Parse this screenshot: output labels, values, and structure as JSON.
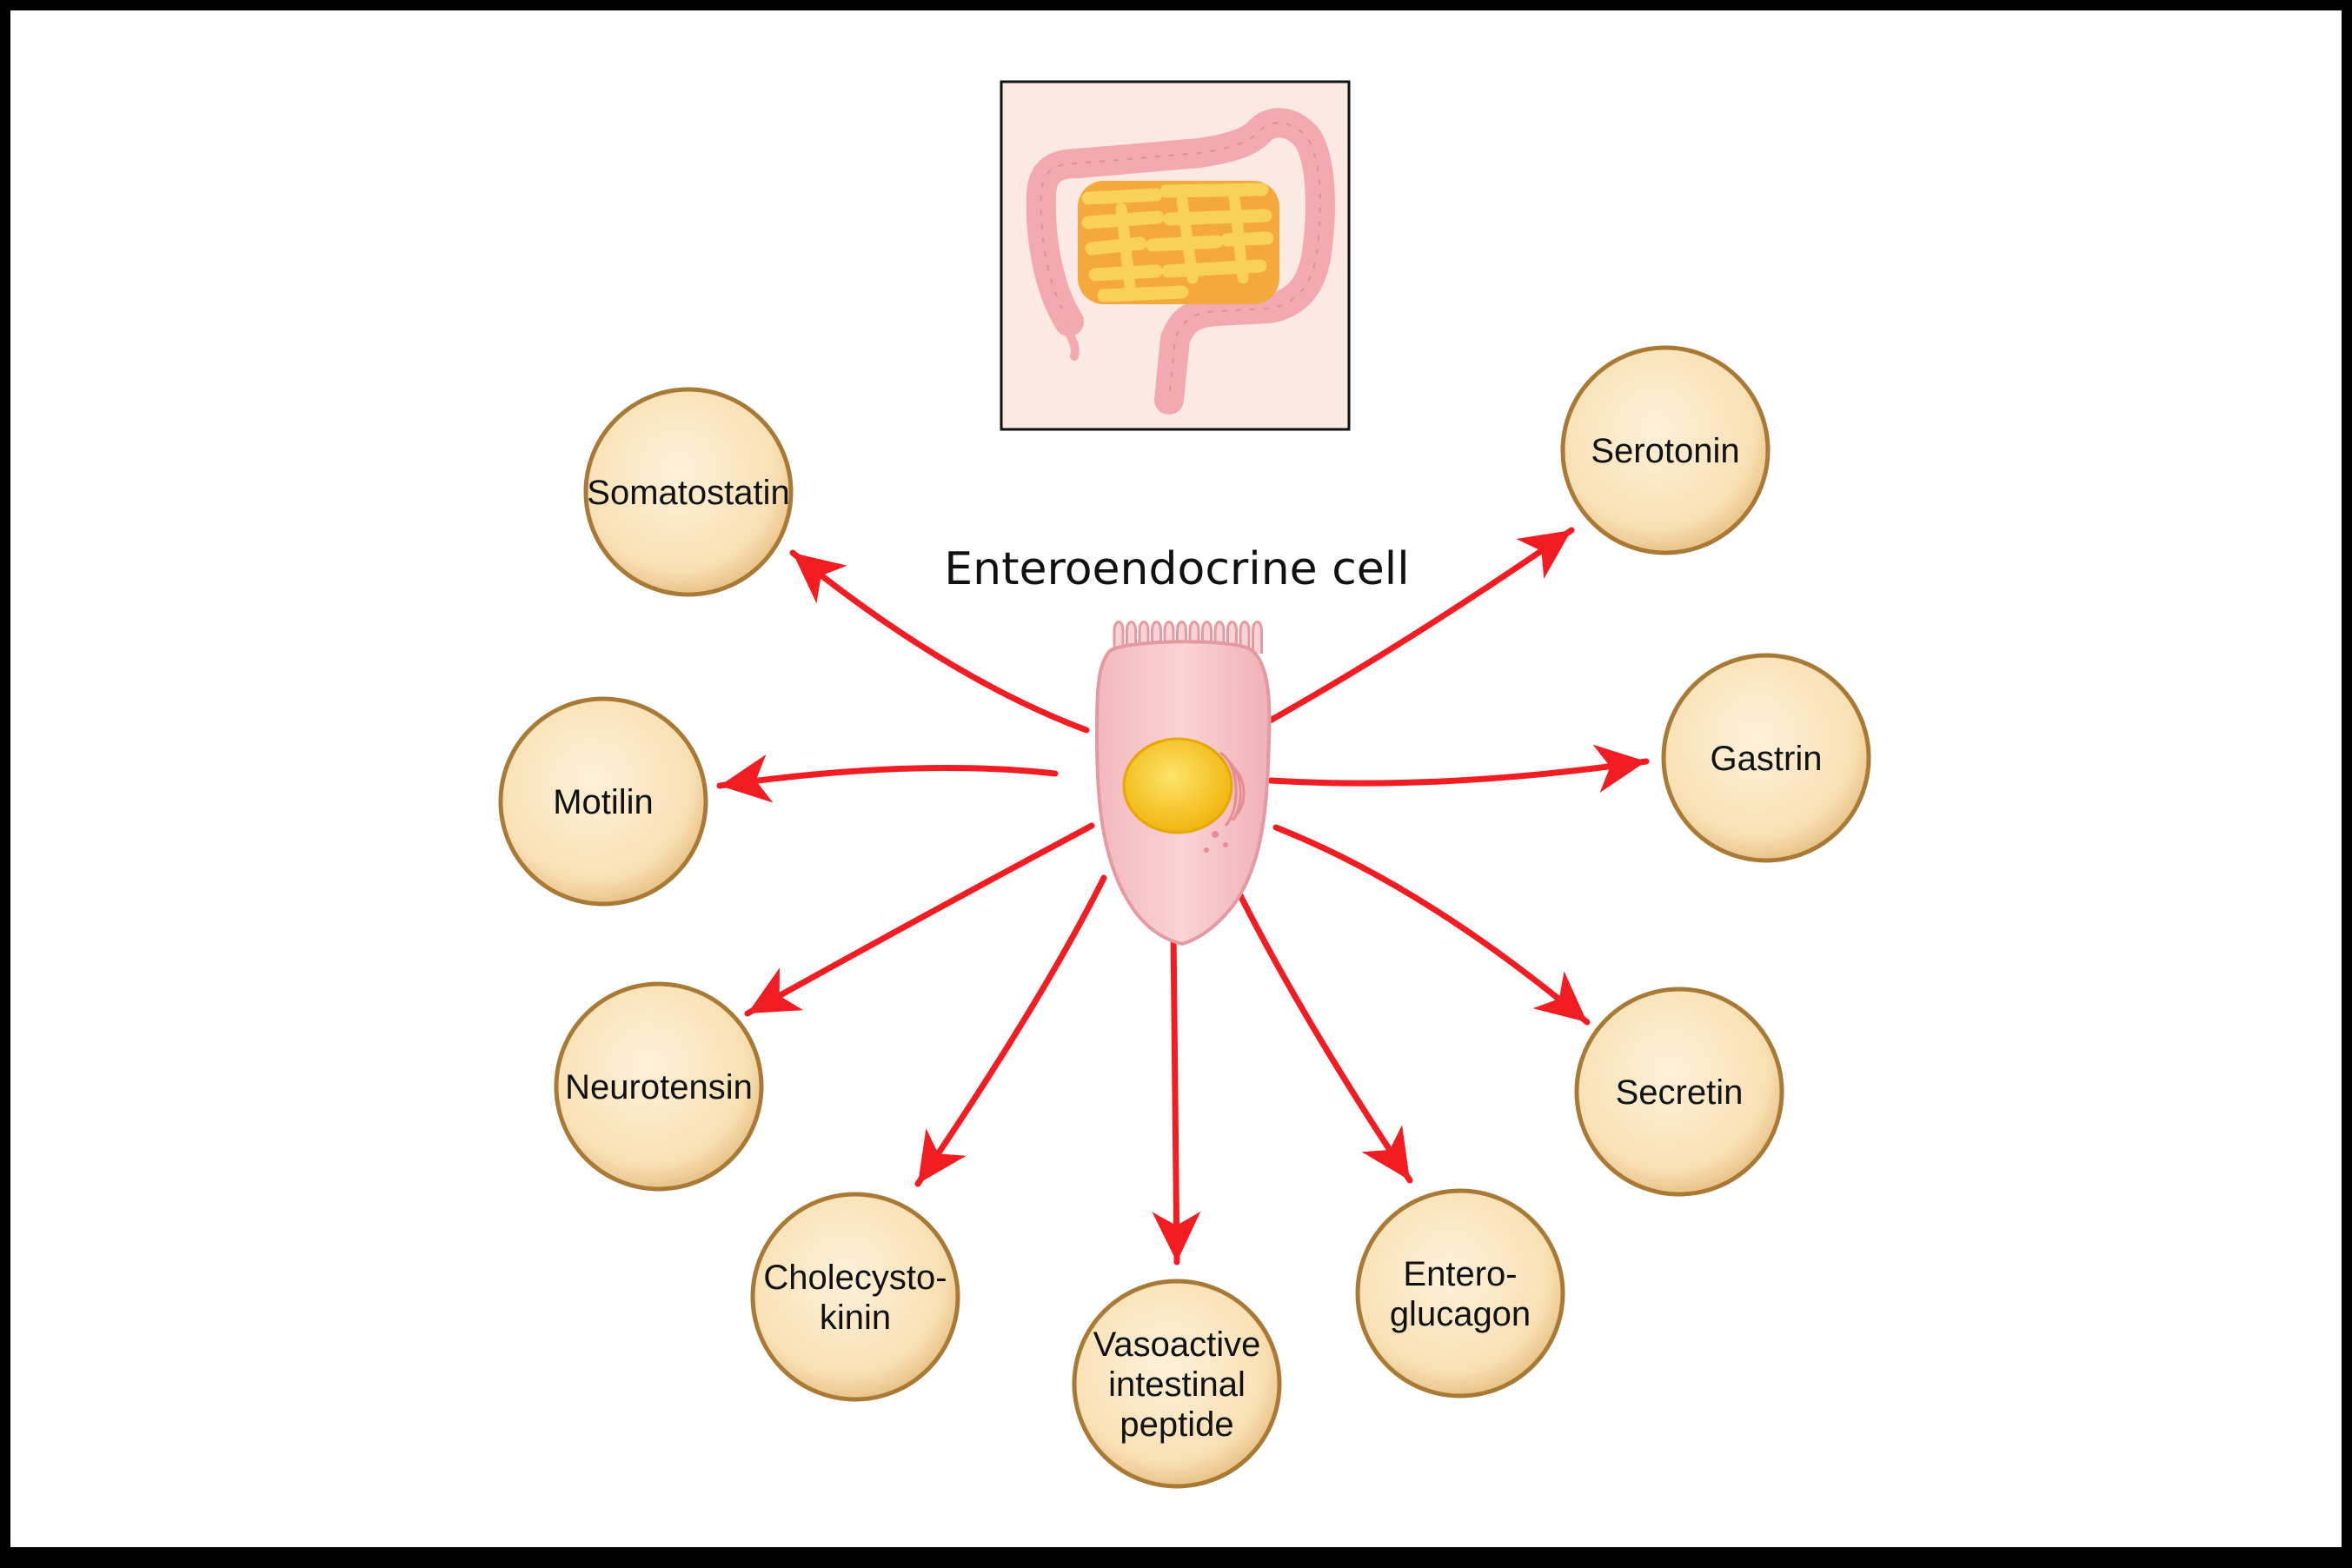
{
  "title": "Enteroendocrine cell",
  "colors": {
    "arrow": "#f21d23",
    "circle_fill": "#fbe7c4",
    "circle_stroke": "#a87a36",
    "cell_fill": "#f6c6c9",
    "cell_stroke": "#e49aa0",
    "nucleus": "#f7c11e",
    "intestine_bg": "#fde9e4",
    "colon": "#f2aab0",
    "small_intestine": "#f7c74d"
  },
  "icons": [
    "intestine-icon",
    "enteroendocrine-cell-icon"
  ],
  "hormones": [
    {
      "id": "somatostatin",
      "lines": [
        "Somatostatin"
      ]
    },
    {
      "id": "motilin",
      "lines": [
        "Motilin"
      ]
    },
    {
      "id": "neurotensin",
      "lines": [
        "Neurotensin"
      ]
    },
    {
      "id": "cholecystokinin",
      "lines": [
        "Cholecysto-",
        "kinin"
      ]
    },
    {
      "id": "vip",
      "lines": [
        "Vasoactive",
        "intestinal",
        "peptide"
      ]
    },
    {
      "id": "enteroglucagon",
      "lines": [
        "Entero-",
        "glucagon"
      ]
    },
    {
      "id": "secretin",
      "lines": [
        "Secretin"
      ]
    },
    {
      "id": "gastrin",
      "lines": [
        "Gastrin"
      ]
    },
    {
      "id": "serotonin",
      "lines": [
        "Serotonin"
      ]
    }
  ]
}
